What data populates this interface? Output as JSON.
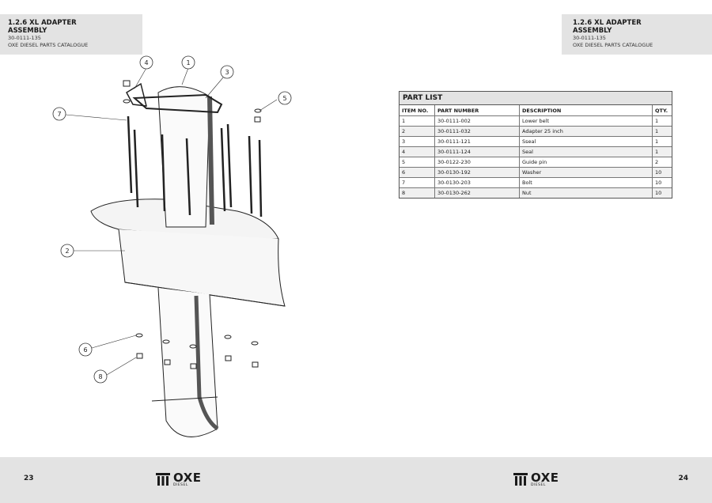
{
  "left_header": {
    "title_line1": "1.2.6 XL ADAPTER",
    "title_line2": "ASSEMBLY",
    "part_no": "30-0111-135",
    "catalogue": "OXE DIESEL PARTS CATALOGUE"
  },
  "right_header": {
    "title_line1": "1.2.6 XL ADAPTER",
    "title_line2": "ASSEMBLY",
    "part_no": "30-0111-135",
    "catalogue": "OXE DIESEL PARTS CATALOGUE"
  },
  "part_list": {
    "title": "PART LIST",
    "columns": [
      "ITEM NO.",
      "PART NUMBER",
      "DESCRIPTION",
      "QTY."
    ],
    "rows": [
      [
        "1",
        "30-0111-002",
        "Lower belt",
        "1"
      ],
      [
        "2",
        "30-0111-032",
        "Adapter 25 inch",
        "1"
      ],
      [
        "3",
        "30-0111-121",
        "Sseal",
        "1"
      ],
      [
        "4",
        "30-0111-124",
        "Seal",
        "1"
      ],
      [
        "5",
        "30-0122-230",
        "Guide pin",
        "2"
      ],
      [
        "6",
        "30-0130-192",
        "Washer",
        "10"
      ],
      [
        "7",
        "30-0130-203",
        "Bolt",
        "10"
      ],
      [
        "8",
        "30-0130-262",
        "Nut",
        "10"
      ]
    ]
  },
  "callouts": [
    "1",
    "2",
    "3",
    "4",
    "5",
    "6",
    "7",
    "8"
  ],
  "footer": {
    "page_left": "23",
    "page_right": "24",
    "logo_word": "OXE",
    "logo_sub": "DIESEL"
  }
}
